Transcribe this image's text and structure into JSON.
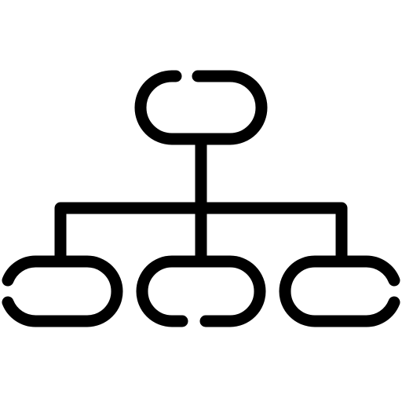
{
  "icon": {
    "name": "hierarchy-icon",
    "description_free": true,
    "colors": {
      "stroke": "#000000",
      "background": "#ffffff"
    },
    "nodes": [
      {
        "name": "top-node",
        "role": "parent",
        "gap_side": "top"
      },
      {
        "name": "left-child-node",
        "role": "child",
        "gap_side": "left"
      },
      {
        "name": "middle-child-node",
        "role": "child",
        "gap_side": "bottom"
      },
      {
        "name": "right-child-node",
        "role": "child",
        "gap_side": "right"
      }
    ]
  }
}
